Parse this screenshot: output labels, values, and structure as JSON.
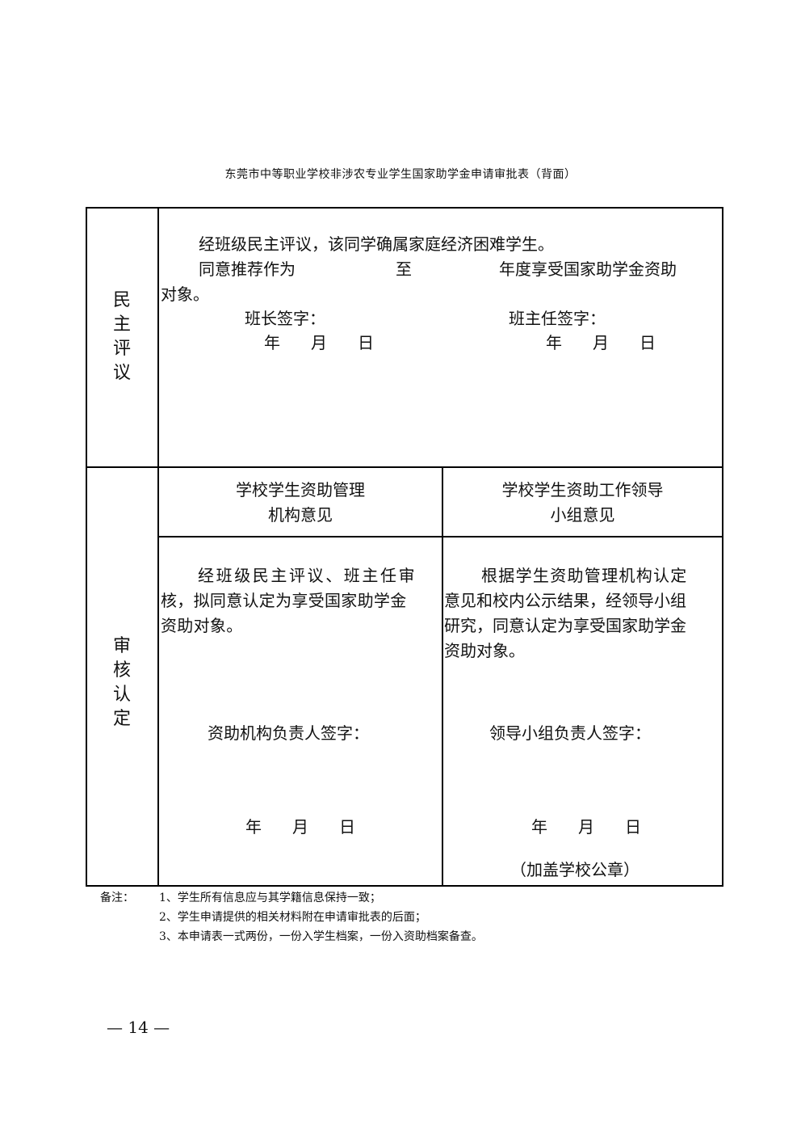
{
  "title": "东莞市中等职业学校非涉农专业学生国家助学金申请审批表（背面）",
  "section1": {
    "label": "民主评议",
    "line1": "经班级民主评议，该同学确属家庭经济困难学生。",
    "line2_a": "同意推荐作为",
    "line2_b": "至",
    "line2_c": "年度享受国家助学金资助",
    "line3": "对象。",
    "monitor_sign": "班长签字：",
    "teacher_sign": "班主任签字：",
    "date_year": "年",
    "date_month": "月",
    "date_day": "日"
  },
  "section2": {
    "label": "审核认定",
    "left_header_1": "学校学生资助管理",
    "left_header_2": "机构意见",
    "right_header_1": "学校学生资助工作领导",
    "right_header_2": "小组意见",
    "left_text_1": "经班级民主评议、班主任审",
    "left_text_2": "核，拟同意认定为享受国家助学金",
    "left_text_3": "资助对象。",
    "right_text_1": "根据学生资助管理机构认定",
    "right_text_2": "意见和校内公示结果，经领导小组",
    "right_text_3": "研究，同意认定为享受国家助学金",
    "right_text_4": "资助对象。",
    "left_sign": "资助机构负责人签字：",
    "right_sign": "领导小组负责人签字：",
    "date_year": "年",
    "date_month": "月",
    "date_day": "日",
    "seal": "（加盖学校公章）"
  },
  "notes": {
    "label": "备注：",
    "item1": "1、学生所有信息应与其学籍信息保持一致；",
    "item2": "2、学生申请提供的相关材料附在申请审批表的后面；",
    "item3": "3、本申请表一式两份，一份入学生档案，一份入资助档案备查。"
  },
  "page_number": "— 14 —"
}
